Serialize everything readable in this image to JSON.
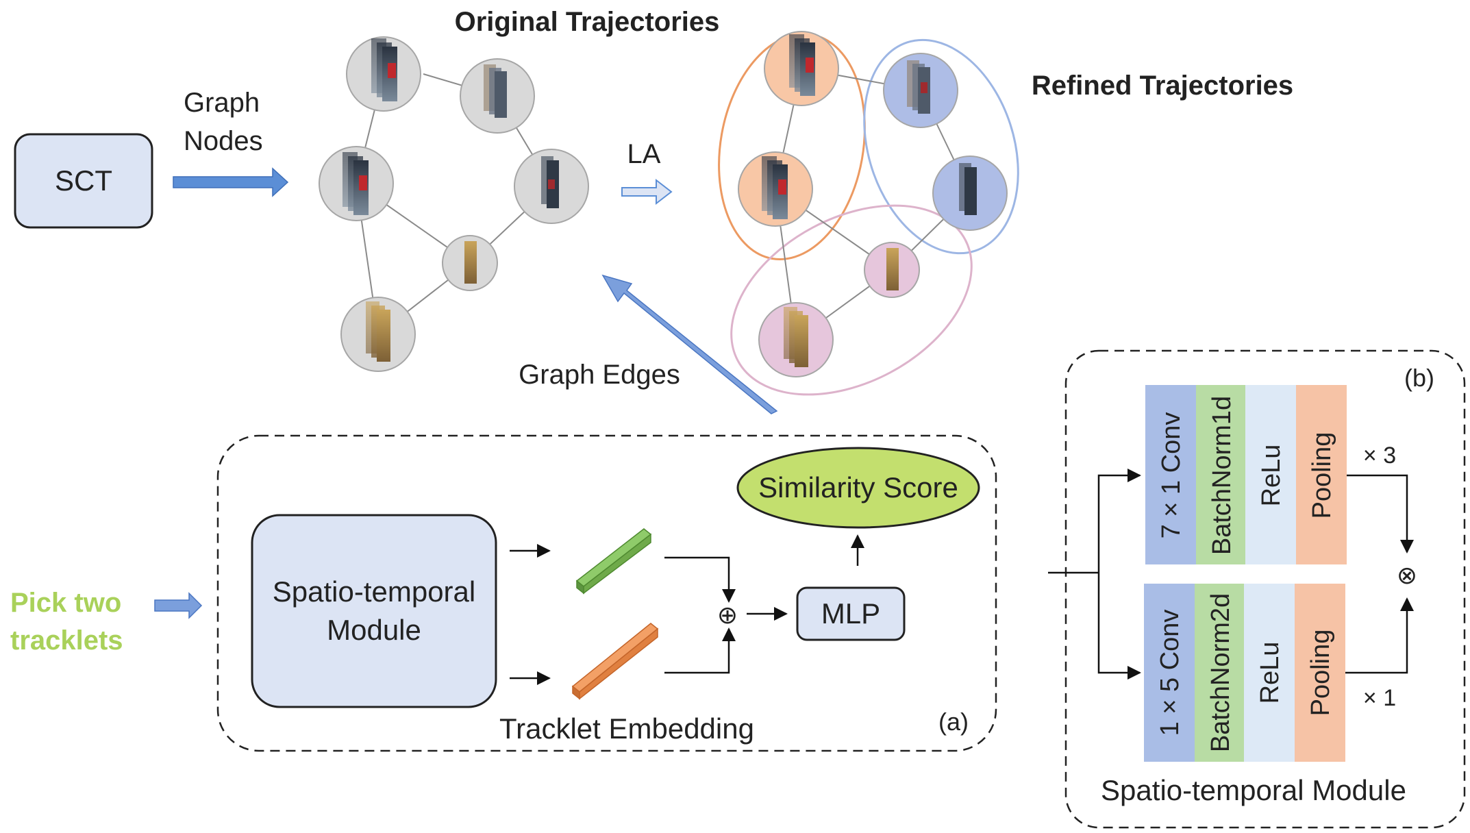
{
  "titles": {
    "original": "Original Trajectories",
    "refined": "Refined Trajectories"
  },
  "labels": {
    "sct": "SCT",
    "graph_nodes_line1": "Graph",
    "graph_nodes_line2": "Nodes",
    "la": "LA",
    "graph_edges": "Graph Edges",
    "pick_line1": "Pick two",
    "pick_line2": "tracklets"
  },
  "panel_a": {
    "module_line1": "Spatio-temporal",
    "module_line2": "Module",
    "embedding": "Tracklet Embedding",
    "mlp": "MLP",
    "similarity": "Similarity Score",
    "plus": "⊕",
    "tag": "(a)"
  },
  "panel_b": {
    "tag": "(b)",
    "caption": "Spatio-temporal Module",
    "top_row": [
      "7 × 1 Conv",
      "BatchNorm1d",
      "ReLu",
      "Pooling"
    ],
    "bottom_row": [
      "1 × 5 Conv",
      "BatchNorm2d",
      "ReLu",
      "Pooling"
    ],
    "repeat_top": "× 3",
    "repeat_bottom": "× 1",
    "multiply": "⊗"
  },
  "colors": {
    "block_fill": "#dce4f4",
    "arrow_blue": "#5b8ed6",
    "green_text": "#a9d15a",
    "ellipse_green": "#c3df6e",
    "conv_blue": "#a9bde6",
    "bn_green": "#b8dca4",
    "relu_blue": "#dde9f6",
    "pool_orange": "#f6c3a6",
    "cluster_orange": "#ec9a62",
    "cluster_blue": "#9db6e4",
    "cluster_pink": "#ddb3cb"
  }
}
